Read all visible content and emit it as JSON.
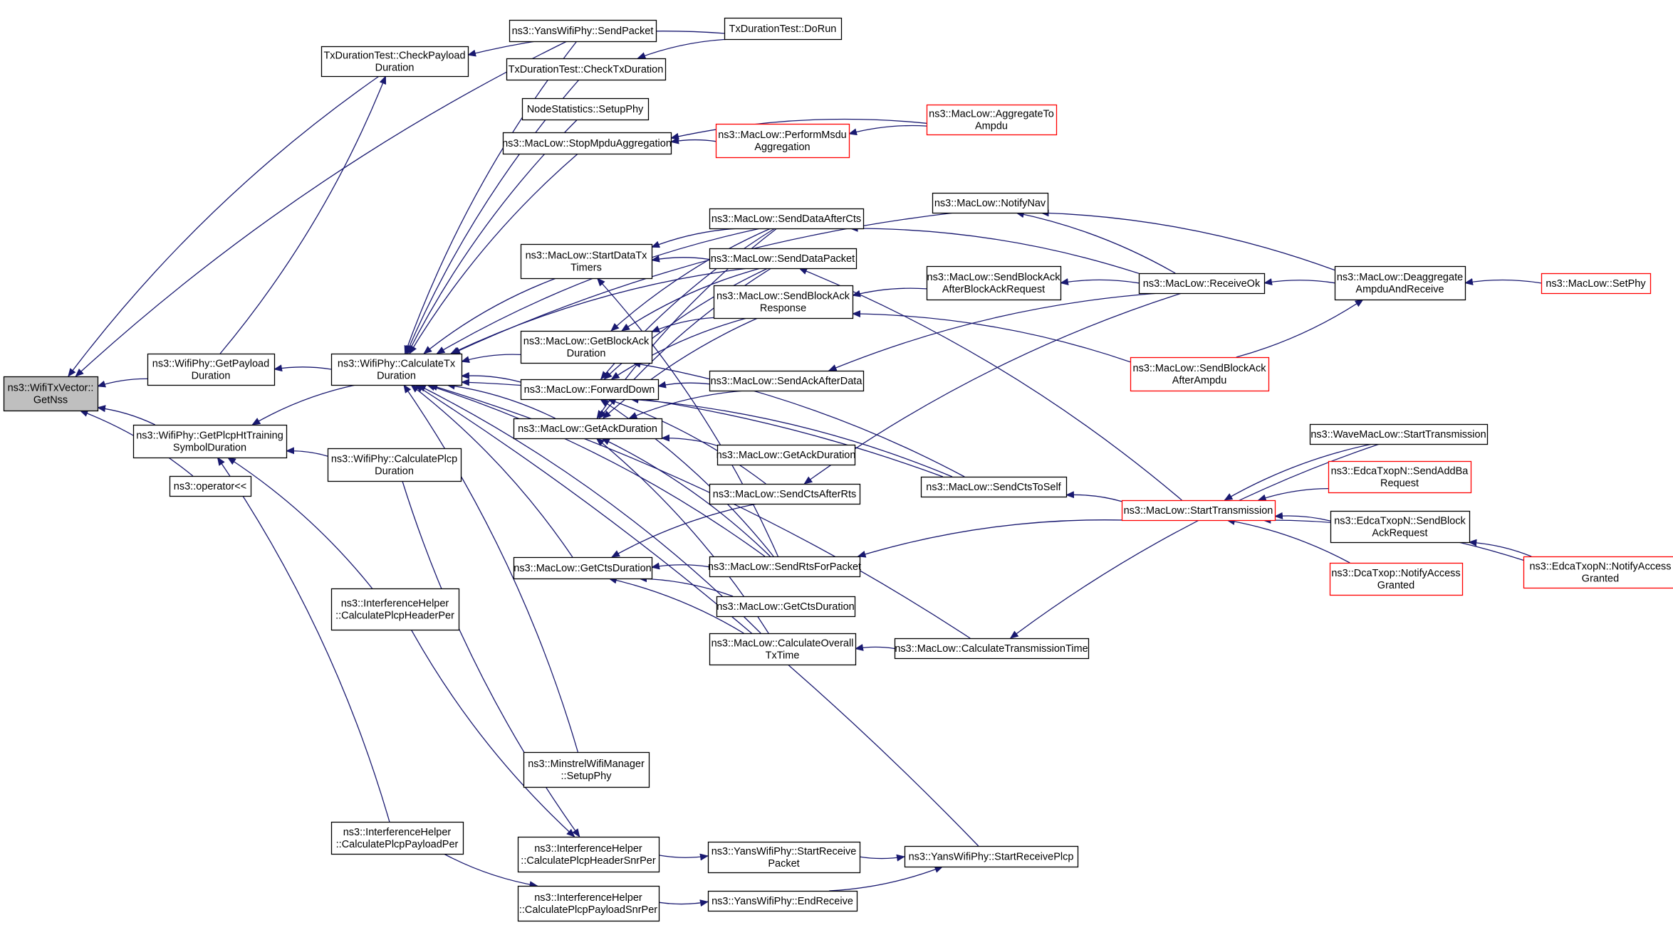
{
  "graph": {
    "node_border_colors": {
      "normal": "#000000",
      "truncated": "#ff0000",
      "root_fill": "#bfbfbf"
    },
    "edge_color": "#191970",
    "nodes": [
      {
        "id": "root",
        "lines": [
          "ns3::WifiTxVector::",
          "GetNss"
        ],
        "style": "root"
      },
      {
        "id": "n1",
        "lines": [
          "TxDurationTest::CheckPayload",
          "Duration"
        ],
        "style": "normal"
      },
      {
        "id": "n2",
        "lines": [
          "ns3::YansWifiPhy::SendPacket"
        ],
        "style": "normal"
      },
      {
        "id": "n3",
        "lines": [
          "TxDurationTest::DoRun"
        ],
        "style": "normal"
      },
      {
        "id": "n4",
        "lines": [
          "TxDurationTest::CheckTxDuration"
        ],
        "style": "normal"
      },
      {
        "id": "n5",
        "lines": [
          "NodeStatistics::SetupPhy"
        ],
        "style": "normal"
      },
      {
        "id": "n6",
        "lines": [
          "ns3::MacLow::StopMpduAggregation"
        ],
        "style": "normal"
      },
      {
        "id": "n7",
        "lines": [
          "ns3::MacLow::PerformMsdu",
          "Aggregation"
        ],
        "style": "truncated"
      },
      {
        "id": "n8",
        "lines": [
          "ns3::MacLow::AggregateTo",
          "Ampdu"
        ],
        "style": "truncated"
      },
      {
        "id": "n9",
        "lines": [
          "ns3::MacLow::NotifyNav"
        ],
        "style": "normal"
      },
      {
        "id": "n10",
        "lines": [
          "ns3::MacLow::SendDataAfterCts"
        ],
        "style": "normal"
      },
      {
        "id": "n11",
        "lines": [
          "ns3::MacLow::StartDataTx",
          "Timers"
        ],
        "style": "normal"
      },
      {
        "id": "n12",
        "lines": [
          "ns3::MacLow::SendDataPacket"
        ],
        "style": "normal"
      },
      {
        "id": "n13",
        "lines": [
          "ns3::MacLow::SendBlockAck",
          "Response"
        ],
        "style": "normal"
      },
      {
        "id": "n14",
        "lines": [
          "ns3::MacLow::SendBlockAck",
          "AfterBlockAckRequest"
        ],
        "style": "normal"
      },
      {
        "id": "n15",
        "lines": [
          "ns3::MacLow::ReceiveOk"
        ],
        "style": "normal"
      },
      {
        "id": "n16",
        "lines": [
          "ns3::MacLow::Deaggregate",
          "AmpduAndReceive"
        ],
        "style": "normal"
      },
      {
        "id": "n17",
        "lines": [
          "ns3::MacLow::SetPhy"
        ],
        "style": "truncated"
      },
      {
        "id": "n18",
        "lines": [
          "ns3::WifiPhy::GetPayload",
          "Duration"
        ],
        "style": "normal"
      },
      {
        "id": "n19",
        "lines": [
          "ns3::WifiPhy::CalculateTx",
          "Duration"
        ],
        "style": "normal"
      },
      {
        "id": "n20",
        "lines": [
          "ns3::MacLow::GetBlockAck",
          "Duration"
        ],
        "style": "normal"
      },
      {
        "id": "n21",
        "lines": [
          "ns3::MacLow::SendBlockAck",
          "AfterAmpdu"
        ],
        "style": "truncated"
      },
      {
        "id": "n22",
        "lines": [
          "ns3::MacLow::ForwardDown"
        ],
        "style": "normal"
      },
      {
        "id": "n23",
        "lines": [
          "ns3::MacLow::SendAckAfterData"
        ],
        "style": "normal"
      },
      {
        "id": "n24",
        "lines": [
          "ns3::WifiPhy::GetPlcpHtTraining",
          "SymbolDuration"
        ],
        "style": "normal"
      },
      {
        "id": "n25",
        "lines": [
          "ns3::MacLow::GetAckDuration"
        ],
        "style": "normal"
      },
      {
        "id": "n26",
        "lines": [
          "ns3::WaveMacLow::StartTransmission"
        ],
        "style": "normal"
      },
      {
        "id": "n27",
        "lines": [
          "ns3::operator<<"
        ],
        "style": "normal"
      },
      {
        "id": "n28",
        "lines": [
          "ns3::WifiPhy::CalculatePlcp",
          "Duration"
        ],
        "style": "normal"
      },
      {
        "id": "n29",
        "lines": [
          "ns3::MacLow::GetAckDuration"
        ],
        "style": "normal"
      },
      {
        "id": "n30",
        "lines": [
          "ns3::EdcaTxopN::SendAddBa",
          "Request"
        ],
        "style": "truncated"
      },
      {
        "id": "n31",
        "lines": [
          "ns3::MacLow::SendCtsToSelf"
        ],
        "style": "normal"
      },
      {
        "id": "n32",
        "lines": [
          "ns3::MacLow::SendCtsAfterRts"
        ],
        "style": "normal"
      },
      {
        "id": "n33",
        "lines": [
          "ns3::MacLow::StartTransmission"
        ],
        "style": "truncated"
      },
      {
        "id": "n34",
        "lines": [
          "ns3::EdcaTxopN::SendBlock",
          "AckRequest"
        ],
        "style": "normal"
      },
      {
        "id": "n35",
        "lines": [
          "ns3::MacLow::GetCtsDuration"
        ],
        "style": "normal"
      },
      {
        "id": "n36",
        "lines": [
          "ns3::MacLow::SendRtsForPacket"
        ],
        "style": "normal"
      },
      {
        "id": "n37",
        "lines": [
          "ns3::DcaTxop::NotifyAccess",
          "Granted"
        ],
        "style": "truncated"
      },
      {
        "id": "n38",
        "lines": [
          "ns3::EdcaTxopN::NotifyAccess",
          "Granted"
        ],
        "style": "truncated"
      },
      {
        "id": "n39",
        "lines": [
          "ns3::InterferenceHelper",
          "::CalculatePlcpHeaderPer"
        ],
        "style": "normal"
      },
      {
        "id": "n40",
        "lines": [
          "ns3::MacLow::GetCtsDuration"
        ],
        "style": "normal"
      },
      {
        "id": "n41",
        "lines": [
          "ns3::MacLow::CalculateOverall",
          "TxTime"
        ],
        "style": "normal"
      },
      {
        "id": "n42",
        "lines": [
          "ns3::MacLow::CalculateTransmissionTime"
        ],
        "style": "normal"
      },
      {
        "id": "n43",
        "lines": [
          "ns3::MinstrelWifiManager",
          "::SetupPhy"
        ],
        "style": "normal"
      },
      {
        "id": "n44",
        "lines": [
          "ns3::InterferenceHelper",
          "::CalculatePlcpPayloadPer"
        ],
        "style": "normal"
      },
      {
        "id": "n45",
        "lines": [
          "ns3::InterferenceHelper",
          "::CalculatePlcpHeaderSnrPer"
        ],
        "style": "normal"
      },
      {
        "id": "n46",
        "lines": [
          "ns3::YansWifiPhy::StartReceive",
          "Packet"
        ],
        "style": "normal"
      },
      {
        "id": "n47",
        "lines": [
          "ns3::YansWifiPhy::StartReceivePlcp"
        ],
        "style": "normal"
      },
      {
        "id": "n48",
        "lines": [
          "ns3::InterferenceHelper",
          "::CalculatePlcpPayloadSnrPer"
        ],
        "style": "normal"
      },
      {
        "id": "n49",
        "lines": [
          "ns3::YansWifiPhy::EndReceive"
        ],
        "style": "normal"
      }
    ],
    "edges": [
      [
        "n1",
        "root"
      ],
      [
        "n2",
        "root"
      ],
      [
        "n18",
        "root"
      ],
      [
        "n24",
        "root"
      ],
      [
        "n27",
        "root"
      ],
      [
        "n3",
        "n1"
      ],
      [
        "n18",
        "n1"
      ],
      [
        "n19",
        "n18"
      ],
      [
        "n19",
        "n24"
      ],
      [
        "n28",
        "n24"
      ],
      [
        "n39",
        "n24"
      ],
      [
        "n44",
        "n24"
      ],
      [
        "n2",
        "n19"
      ],
      [
        "n4",
        "n19"
      ],
      [
        "n5",
        "n19"
      ],
      [
        "n6",
        "n19"
      ],
      [
        "n11",
        "n19"
      ],
      [
        "n20",
        "n19"
      ],
      [
        "n22",
        "n19"
      ],
      [
        "n25",
        "n19"
      ],
      [
        "n35",
        "n19"
      ],
      [
        "n43",
        "n19"
      ],
      [
        "n9",
        "n19"
      ],
      [
        "n10",
        "n19"
      ],
      [
        "n12",
        "n19"
      ],
      [
        "n36",
        "n19"
      ],
      [
        "n41",
        "n19"
      ],
      [
        "n42",
        "n19"
      ],
      [
        "n31",
        "n19"
      ],
      [
        "n47",
        "n19"
      ],
      [
        "n3",
        "n4"
      ],
      [
        "n7",
        "n6"
      ],
      [
        "n8",
        "n6"
      ],
      [
        "n8",
        "n7"
      ],
      [
        "n15",
        "n9"
      ],
      [
        "n16",
        "n9"
      ],
      [
        "n10",
        "n11"
      ],
      [
        "n12",
        "n11"
      ],
      [
        "n36",
        "n11"
      ],
      [
        "n13",
        "n20"
      ],
      [
        "n10",
        "n20"
      ],
      [
        "n12",
        "n20"
      ],
      [
        "n31",
        "n20"
      ],
      [
        "n10",
        "n22"
      ],
      [
        "n12",
        "n22"
      ],
      [
        "n13",
        "n22"
      ],
      [
        "n23",
        "n22"
      ],
      [
        "n32",
        "n22"
      ],
      [
        "n31",
        "n22"
      ],
      [
        "n36",
        "n22"
      ],
      [
        "n10",
        "n25"
      ],
      [
        "n12",
        "n25"
      ],
      [
        "n13",
        "n25"
      ],
      [
        "n23",
        "n25"
      ],
      [
        "n29",
        "n25"
      ],
      [
        "n36",
        "n25"
      ],
      [
        "n41",
        "n25"
      ],
      [
        "n32",
        "n35"
      ],
      [
        "n36",
        "n35"
      ],
      [
        "n40",
        "n35"
      ],
      [
        "n41",
        "n35"
      ],
      [
        "n15",
        "n10"
      ],
      [
        "n33",
        "n12"
      ],
      [
        "n14",
        "n13"
      ],
      [
        "n21",
        "n13"
      ],
      [
        "n15",
        "n14"
      ],
      [
        "n16",
        "n15"
      ],
      [
        "n17",
        "n16"
      ],
      [
        "n21",
        "n16"
      ],
      [
        "n15",
        "n23"
      ],
      [
        "n15",
        "n32"
      ],
      [
        "n33",
        "n31"
      ],
      [
        "n33",
        "n36"
      ],
      [
        "n42",
        "n41"
      ],
      [
        "n26",
        "n42"
      ],
      [
        "n26",
        "n33"
      ],
      [
        "n30",
        "n33"
      ],
      [
        "n34",
        "n33"
      ],
      [
        "n37",
        "n33"
      ],
      [
        "n38",
        "n33"
      ],
      [
        "n38",
        "n34"
      ],
      [
        "n28",
        "n45"
      ],
      [
        "n39",
        "n45"
      ],
      [
        "n44",
        "n48"
      ],
      [
        "n45",
        "n46"
      ],
      [
        "n46",
        "n47"
      ],
      [
        "n48",
        "n49"
      ],
      [
        "n49",
        "n47"
      ]
    ]
  }
}
